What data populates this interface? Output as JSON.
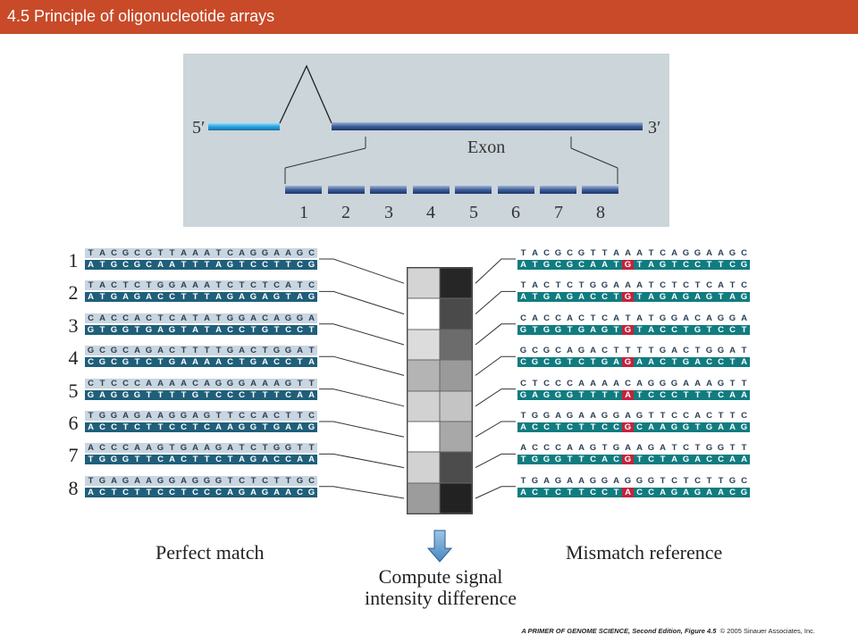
{
  "title": "4.5  Principle of oligonucleotide arrays",
  "gene": {
    "five_prime": "5′",
    "three_prime": "3′",
    "exon_label": "Exon",
    "probe_numbers": [
      "1",
      "2",
      "3",
      "4",
      "5",
      "6",
      "7",
      "8"
    ]
  },
  "probes": [
    {
      "num": "1",
      "top": "TACGCGTTAAATCAGGAAGC",
      "pm_bottom": "ATGCGCAATTTAGTCCTTCG",
      "mm_bottom": "ATGCGCAATGTAGTCCTTCG"
    },
    {
      "num": "2",
      "top": "TACTCTGGAAATCTCTCATC",
      "pm_bottom": "ATGAGACCTTTAGAGAGTAG",
      "mm_bottom": "ATGAGACCTGTAGAGAGTAG"
    },
    {
      "num": "3",
      "top": "CACCACTCATATGGACAGGA",
      "pm_bottom": "GTGGTGAGTATACCTGTCCT",
      "mm_bottom": "GTGGTGAGTGTACCTGTCCT"
    },
    {
      "num": "4",
      "top": "GCGCAGACTTTTGACTGGAT",
      "pm_bottom": "CGCGTCTGAAAACTGACCTA",
      "mm_bottom": "CGCGTCTGAGAACTGACCTA"
    },
    {
      "num": "5",
      "top": "CTCCCAAAACAGGGAAAGTT",
      "pm_bottom": "GAGGGTTTTGTCCCTTTCAA",
      "mm_bottom": "GAGGGTTTTATCCCTTTCAA"
    },
    {
      "num": "6",
      "top": "TGGAGAAGGAGTTCCACTTC",
      "pm_bottom": "ACCTCTTCCTCAAGGTGAAG",
      "mm_bottom": "ACCTCTTCCGCAAGGTGAAG"
    },
    {
      "num": "7",
      "top": "ACCCAAGTGAAGATCTGGTT",
      "pm_bottom": "TGGGTTCACTTCTAGACCAA",
      "mm_bottom": "TGGGTTCACGTCTAGACCAA"
    },
    {
      "num": "8",
      "top": "TGAGAAGGAGGGTCTCTTGC",
      "pm_bottom": "ACTCTTCCTCCCAGAGAACG",
      "mm_bottom": "ACTCTTCCTACCAGAGAACG"
    }
  ],
  "signal_grid": {
    "pm_colors": [
      "#d4d4d4",
      "#ffffff",
      "#dcdcdc",
      "#b4b4b4",
      "#d2d2d2",
      "#ffffff",
      "#d2d2d2",
      "#9c9c9c"
    ],
    "mm_colors": [
      "#262626",
      "#4a4a4a",
      "#6c6c6c",
      "#9a9a9a",
      "#c4c4c4",
      "#a8a8a8",
      "#4c4c4c",
      "#222222"
    ]
  },
  "labels": {
    "perfect_match": "Perfect match",
    "mismatch_reference": "Mismatch reference",
    "compute_line1": "Compute signal",
    "compute_line2": "intensity difference"
  },
  "footer": {
    "book": "A PRIMER OF GENOME SCIENCE, Second Edition, Figure 4.5",
    "copyright": "© 2005 Sinauer Associates, Inc."
  }
}
